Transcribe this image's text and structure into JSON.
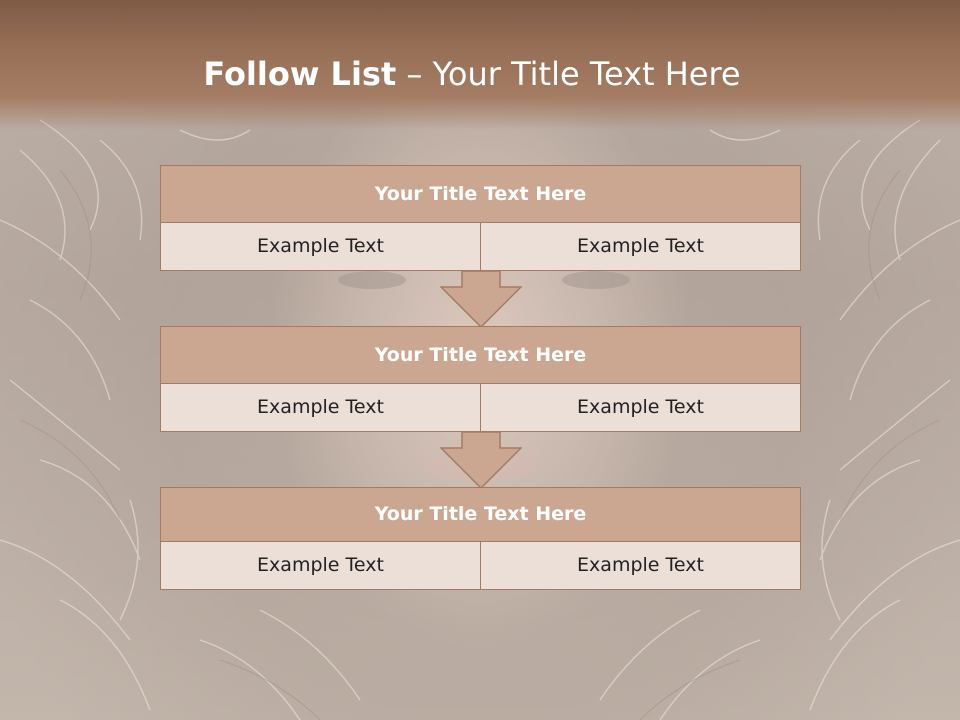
{
  "slide": {
    "title_bold": "Follow List",
    "title_rest": "– Your Title Text Here"
  },
  "blocks": [
    {
      "title": "Your Title Text Here",
      "left": "Example Text",
      "right": "Example Text"
    },
    {
      "title": "Your Title Text Here",
      "left": "Example Text",
      "right": "Example Text"
    },
    {
      "title": "Your Title Text Here",
      "left": "Example Text",
      "right": "Example Text"
    }
  ],
  "colors": {
    "title_band": "#946b53",
    "header_fill": "#cba791",
    "cell_fill": "#ebdfd8",
    "border": "#a47b62"
  }
}
